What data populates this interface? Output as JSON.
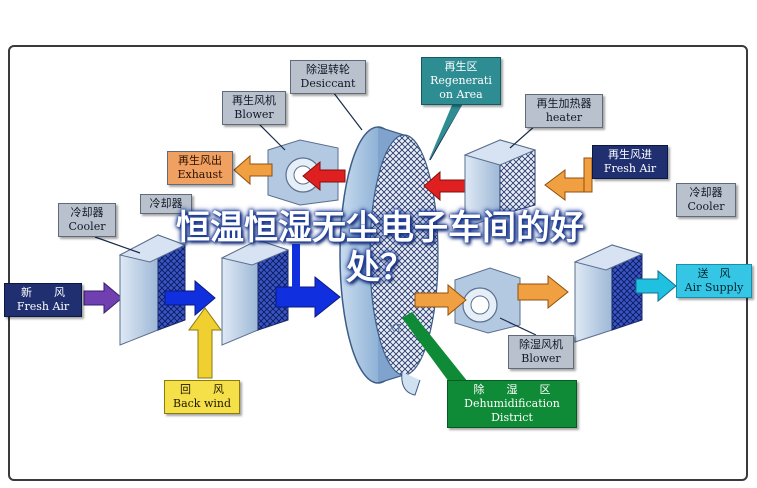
{
  "labels": {
    "desiccant": {
      "zh": "除湿转轮",
      "en": "Desiccant"
    },
    "regen_area": {
      "zh": "再生区",
      "en1": "Regenerati",
      "en2": "on Area"
    },
    "regen_blower": {
      "zh": "再生风机",
      "en": "Blower"
    },
    "regen_heater": {
      "zh": "再生加热器",
      "en": "heater"
    },
    "regen_exhaust": {
      "zh": "再生风出",
      "en": "Exhaust"
    },
    "regen_inlet": {
      "zh": "再生风进",
      "en": "Fresh Air"
    },
    "cooler_left": {
      "zh": "冷却器",
      "en": "Cooler"
    },
    "cooler_right": {
      "zh": "冷却器",
      "en": "Cooler"
    },
    "cooler_second": {
      "zh": "冷却器"
    },
    "fresh_air": {
      "zh": "新　　风",
      "en": "Fresh Air"
    },
    "air_supply": {
      "zh": "送　风",
      "en": "Air Supply"
    },
    "back_wind": {
      "zh": "回　　风",
      "en": "Back wind"
    },
    "dehum_blower": {
      "zh": "除湿风机",
      "en": "Blower"
    },
    "dehum_district": {
      "zh": "除　　湿　　区",
      "en1": "Dehumidification",
      "en2": "District"
    }
  },
  "headline": {
    "line1": "恒温恒湿无尘电子车间的好",
    "line2": "处？"
  },
  "wheel_watermark": "XT",
  "colors": {
    "unit_face": "#a9c4e0",
    "wheel": "#8fb2d6",
    "arrow_red": "#e02020",
    "arrow_orange": "#f0a040",
    "arrow_blue": "#1030e0",
    "arrow_purple": "#7040b0",
    "arrow_cyan": "#20c0e0",
    "arrow_yellow": "#f0d030",
    "headline_glow": "#1b3c9a"
  }
}
